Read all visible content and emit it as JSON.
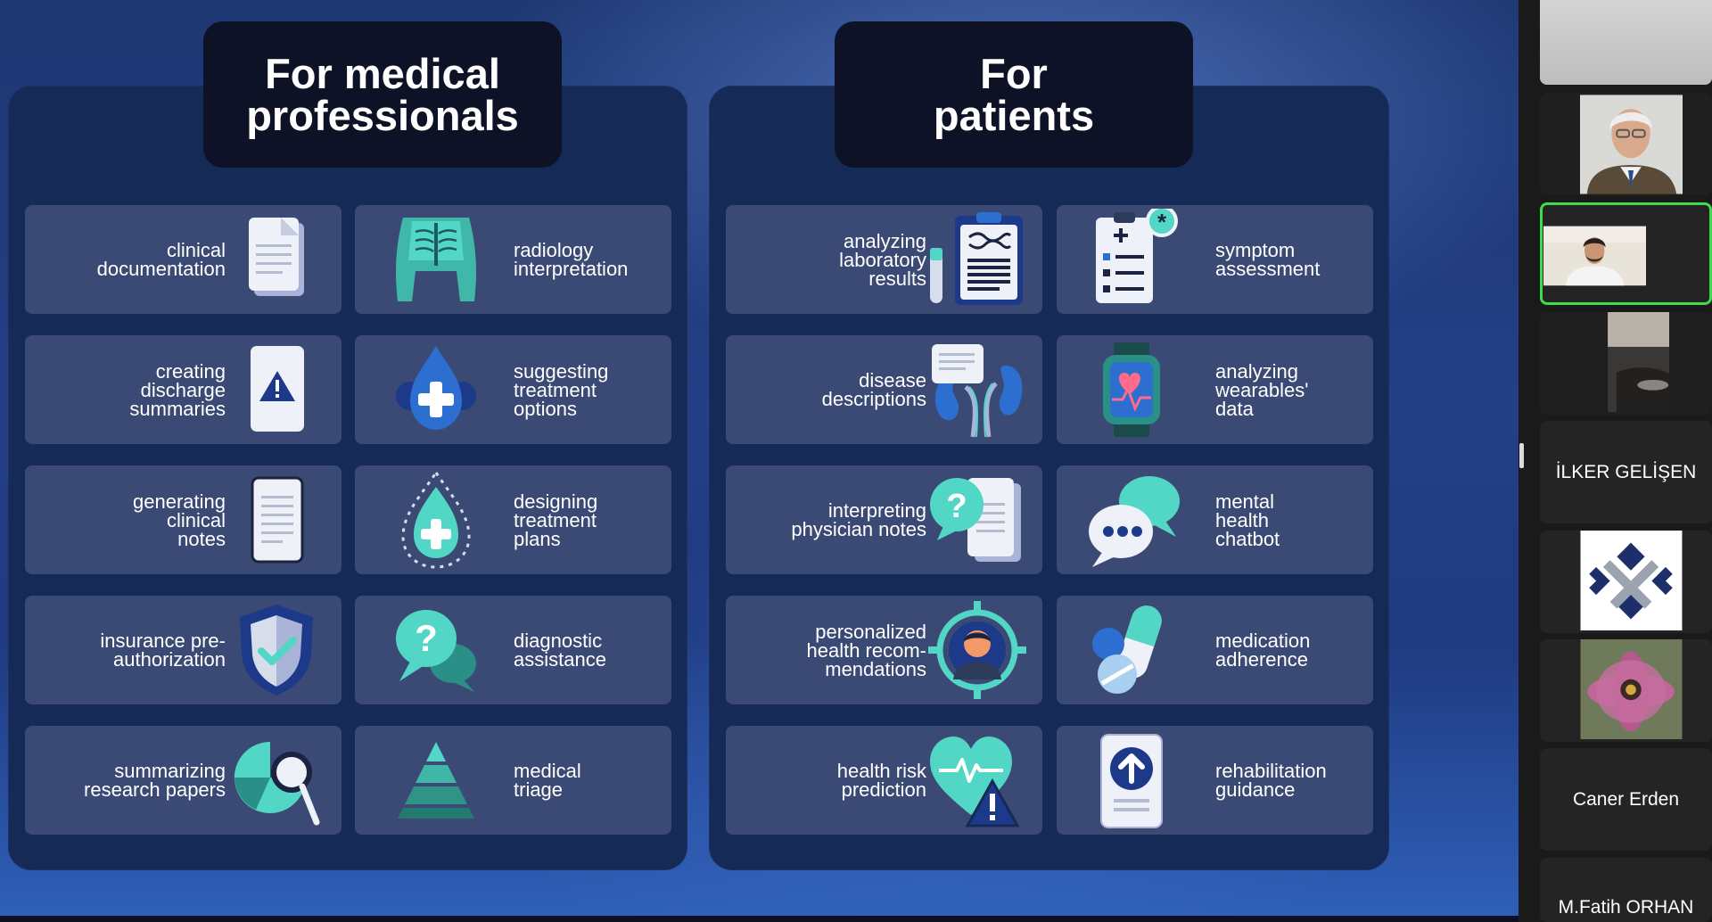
{
  "slide": {
    "professionals": {
      "title": "For medical\nprofessionals",
      "cards": [
        {
          "label": "clinical\ndocumentation",
          "icon": "document-stack-icon"
        },
        {
          "label": "radiology\ninterpretation",
          "icon": "chest-xray-icon"
        },
        {
          "label": "creating\ndischarge\nsummaries",
          "icon": "warning-document-icon"
        },
        {
          "label": "suggesting\ntreatment\noptions",
          "icon": "medical-drop-cross-icon"
        },
        {
          "label": "generating\nclinical\nnotes",
          "icon": "notes-document-icon"
        },
        {
          "label": "designing\ntreatment\nplans",
          "icon": "dotted-drop-cross-icon"
        },
        {
          "label": "insurance pre-\nauthorization",
          "icon": "shield-check-icon"
        },
        {
          "label": "diagnostic\nassistance",
          "icon": "question-chat-icon"
        },
        {
          "label": "summarizing\nresearch papers",
          "icon": "pie-magnifier-icon"
        },
        {
          "label": "medical\ntriage",
          "icon": "pyramid-icon"
        }
      ]
    },
    "patients": {
      "title": "For\npatients",
      "cards": [
        {
          "label": "analyzing\nlaboratory\nresults",
          "icon": "lab-report-icon"
        },
        {
          "label": "symptom\nassessment",
          "icon": "checklist-clipboard-icon"
        },
        {
          "label": "disease\ndescriptions",
          "icon": "kidney-document-icon"
        },
        {
          "label": "analyzing\nwearables'\ndata",
          "icon": "smartwatch-icon"
        },
        {
          "label": "interpreting\nphysician notes",
          "icon": "question-document-icon"
        },
        {
          "label": "mental\nhealth\nchatbot",
          "icon": "chat-bubbles-icon"
        },
        {
          "label": "personalized\nhealth recom-\nmendations",
          "icon": "target-person-icon"
        },
        {
          "label": "medication\nadherence",
          "icon": "pills-icon"
        },
        {
          "label": "health risk\nprediction",
          "icon": "heart-warning-icon"
        },
        {
          "label": "rehabilitation\nguidance",
          "icon": "upload-document-icon"
        }
      ]
    }
  },
  "sidebar": {
    "participants": [
      {
        "kind": "video",
        "thumb": "gray-frame"
      },
      {
        "kind": "video",
        "thumb": "man-glasses"
      },
      {
        "kind": "video",
        "thumb": "young-man",
        "active": true
      },
      {
        "kind": "video",
        "thumb": "dark-room"
      },
      {
        "kind": "name",
        "name": "İLKER GELİŞEN"
      },
      {
        "kind": "video",
        "thumb": "logo"
      },
      {
        "kind": "video",
        "thumb": "flower"
      },
      {
        "kind": "name",
        "name": "Caner Erden"
      },
      {
        "kind": "name",
        "name": "M.Fatih ORHAN"
      }
    ]
  },
  "colors": {
    "teal": "#52d6c6",
    "navy": "#1d3a8a",
    "card": "#3a4a74",
    "panel": "#152a57",
    "active_speaker": "#3ddc4a"
  }
}
